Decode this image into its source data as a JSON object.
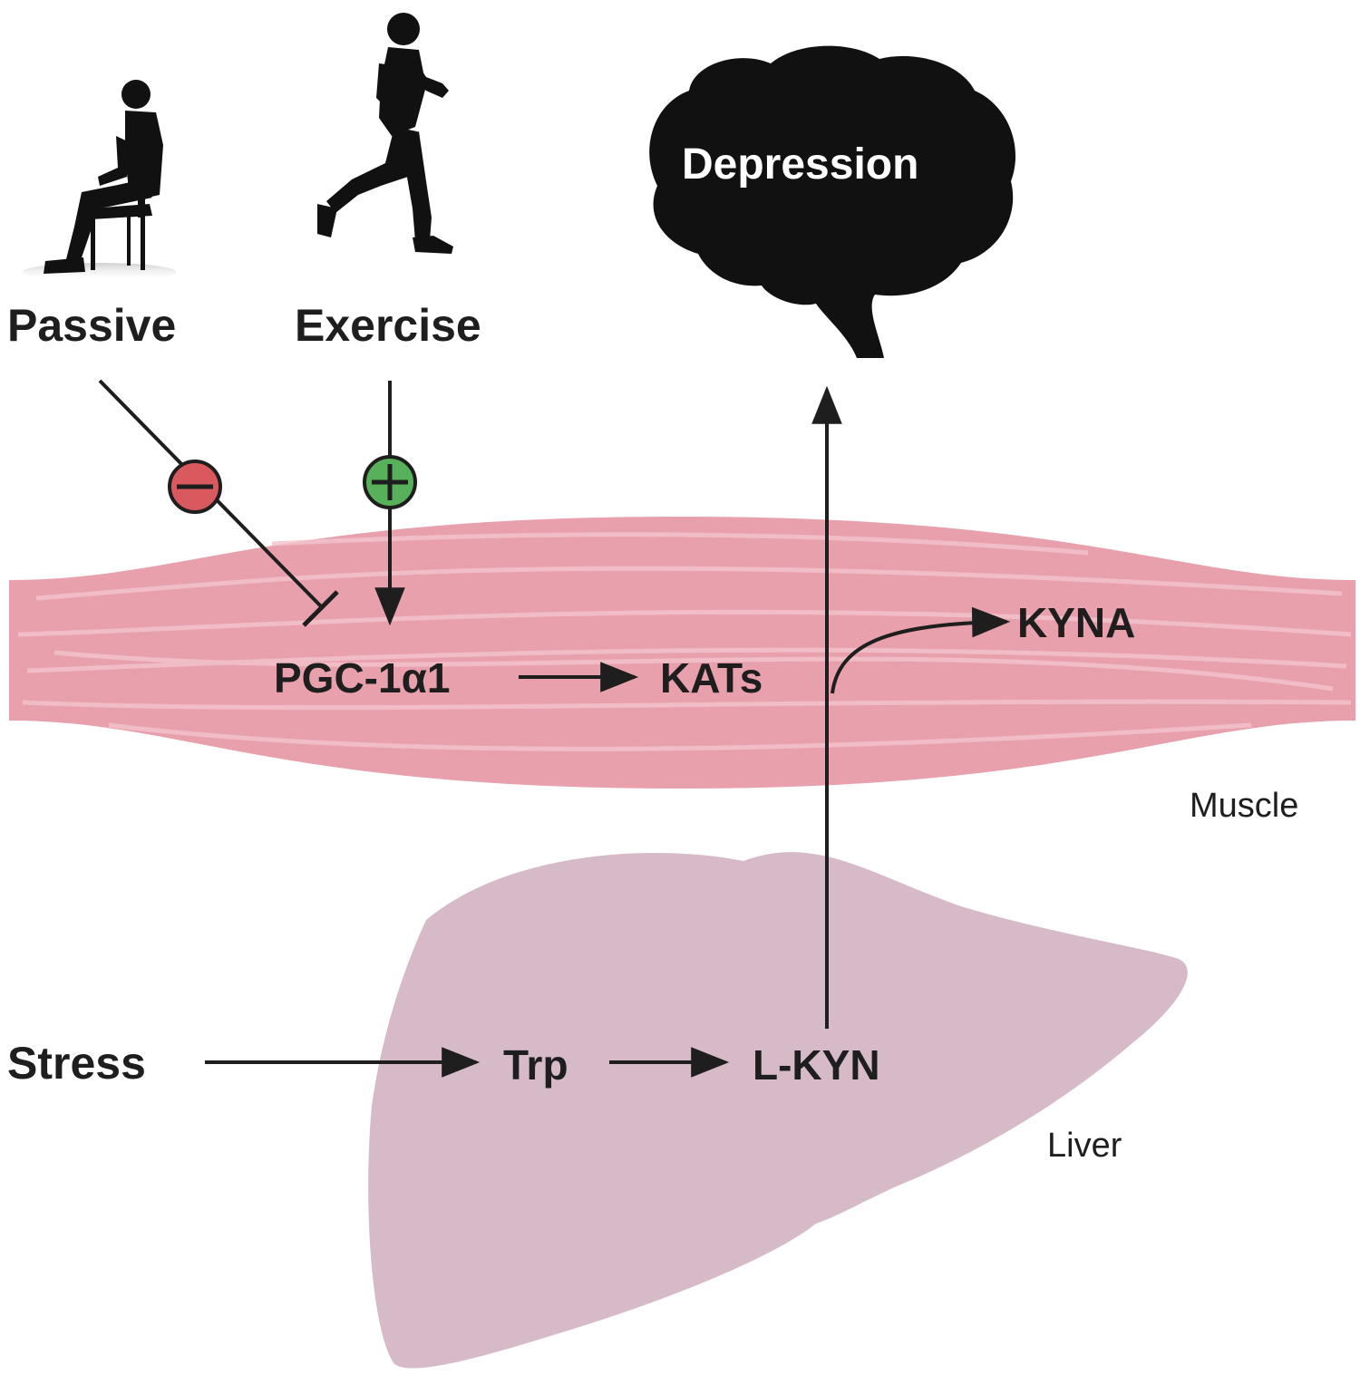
{
  "labels": {
    "passive": "Passive",
    "exercise": "Exercise",
    "depression": "Depression",
    "pgc": "PGC-1α1",
    "kats": "KATs",
    "kyna": "KYNA",
    "muscle": "Muscle",
    "stress": "Stress",
    "trp": "Trp",
    "lkyn": "L-KYN",
    "liver": "Liver"
  },
  "colors": {
    "muscle": "#e8a0ad",
    "muscle_stripe": "#f3c3cb",
    "liver": "#d6bac7",
    "ink": "#1e1e1e",
    "inhibit_marker": "#d9595f",
    "activate_marker": "#56b15a"
  },
  "icons": {
    "passive": "sitting-person-icon",
    "exercise": "running-person-icon",
    "brain": "brain-icon",
    "inhibit": "minus-circle-icon",
    "activate": "plus-circle-icon"
  }
}
